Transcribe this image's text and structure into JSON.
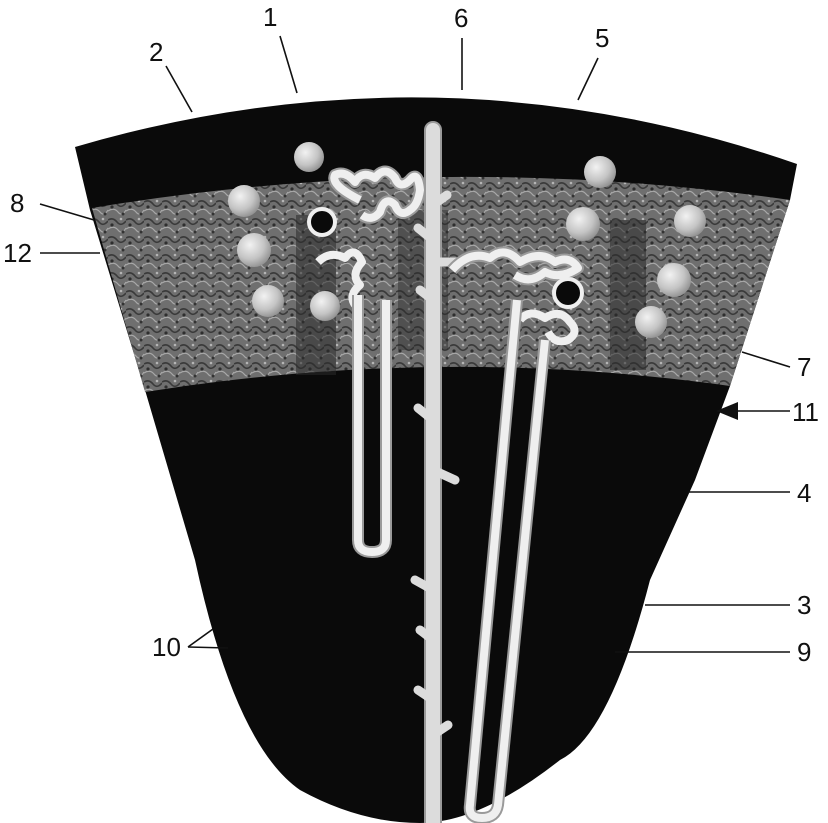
{
  "figure": {
    "colors": {
      "background": "#ffffff",
      "lobe_fill": "#0a0a0a",
      "cortex_band": "#7d7d7d",
      "tubule": "#efefef",
      "tubule_outline": "#9a9a9a",
      "duct": "#dcdcdc",
      "glomerulus": "#c9c9c9",
      "leader_line": "#111111"
    },
    "labels": {
      "l1": "1",
      "l2": "2",
      "l3": "3",
      "l4": "4",
      "l5": "5",
      "l6": "6",
      "l7": "7",
      "l8": "8",
      "l9": "9",
      "l10": "10",
      "l11": "11",
      "l12": "12"
    }
  }
}
